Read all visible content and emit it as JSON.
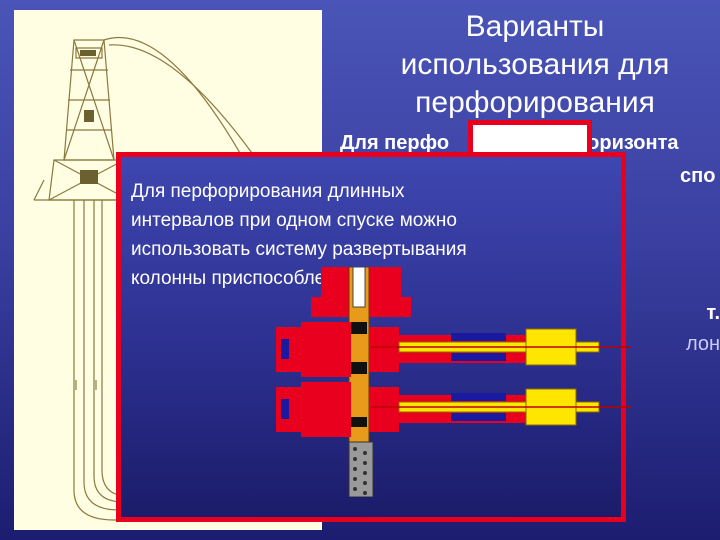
{
  "slide": {
    "title_lines": [
      "Варианты",
      "использования для",
      "перфорирования"
    ],
    "background_text": [
      "Для перфо",
      "горизонта",
      "спо",
      "т.",
      "лон"
    ],
    "overlay_text_lines": [
      "Для перфорирования длинных",
      "интервалов при одном спуске можно",
      "использовать систему развертывания",
      "колонны приспособлений"
    ]
  },
  "colors": {
    "background_top": "#4a55b8",
    "background_bottom": "#1c1d70",
    "frame_red": "#e8001e",
    "rig_panel": "#fffde2",
    "equipment_red": "#e8001e",
    "equipment_yellow": "#ffe600",
    "equipment_orange": "#e89a1a",
    "equipment_blue": "#1a1aa0"
  },
  "icons": [
    "drilling-rig-diagram-icon",
    "well-perforation-equipment-icon"
  ]
}
